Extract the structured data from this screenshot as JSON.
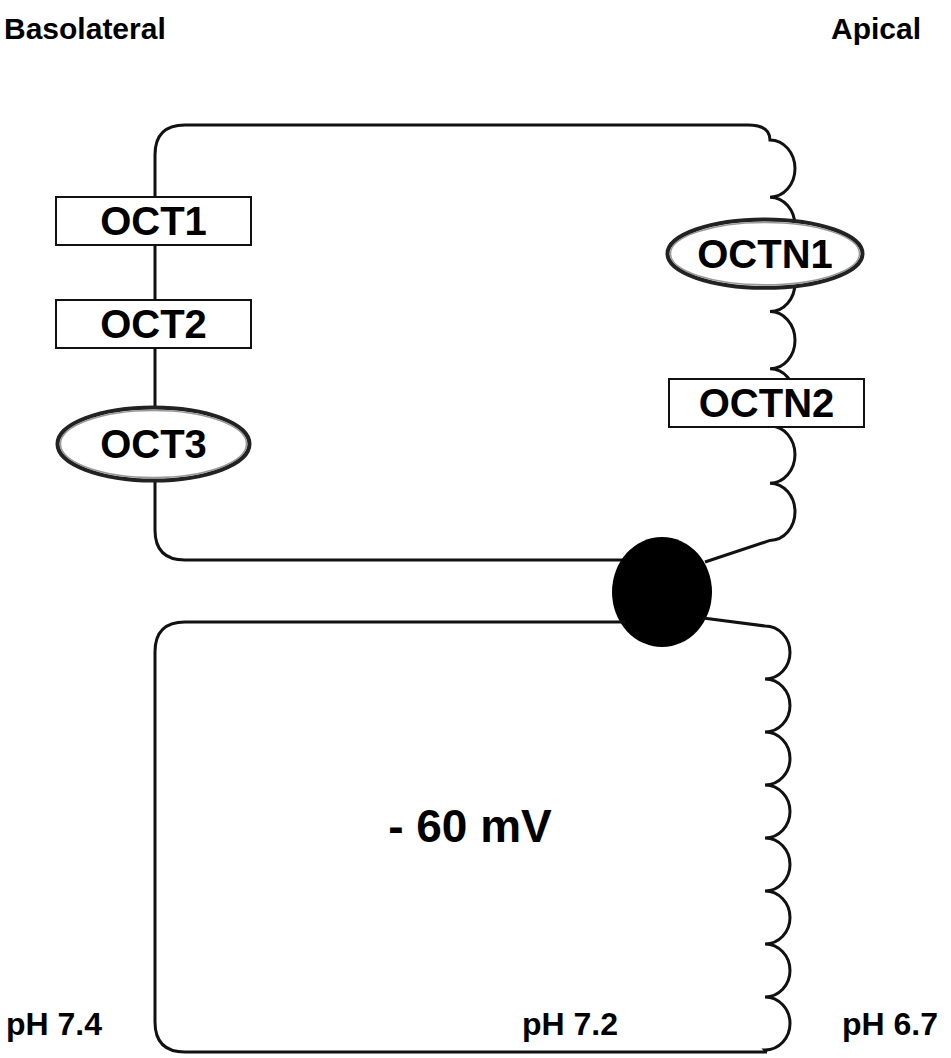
{
  "diagram": {
    "nodes": [
      {
        "text": [
          "OCT1"
        ]
      },
      {
        "text": [
          "OCT2"
        ]
      },
      {
        "text": [
          "OCT3"
        ]
      },
      {
        "text": [
          "OCTN1"
        ]
      },
      {
        "text": [
          "OCTN2"
        ]
      },
      {
        "text": [
          "- 60 mV",
          "pH 7.2"
        ]
      }
    ],
    "labels": [
      "Basolateral",
      "Apical",
      "pH 7.4",
      "pH 6.7"
    ]
  }
}
